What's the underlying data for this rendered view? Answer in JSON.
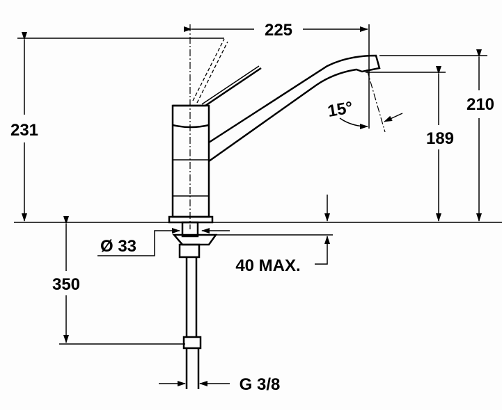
{
  "drawing": {
    "dimensions": {
      "width_spout": "225",
      "height_total": "231",
      "height_spout": "210",
      "height_outlet": "189",
      "angle": "15°",
      "hole_diameter": "Ø 33",
      "max_thickness": "40 MAX.",
      "hose_length": "350",
      "connection": "G 3/8"
    }
  }
}
